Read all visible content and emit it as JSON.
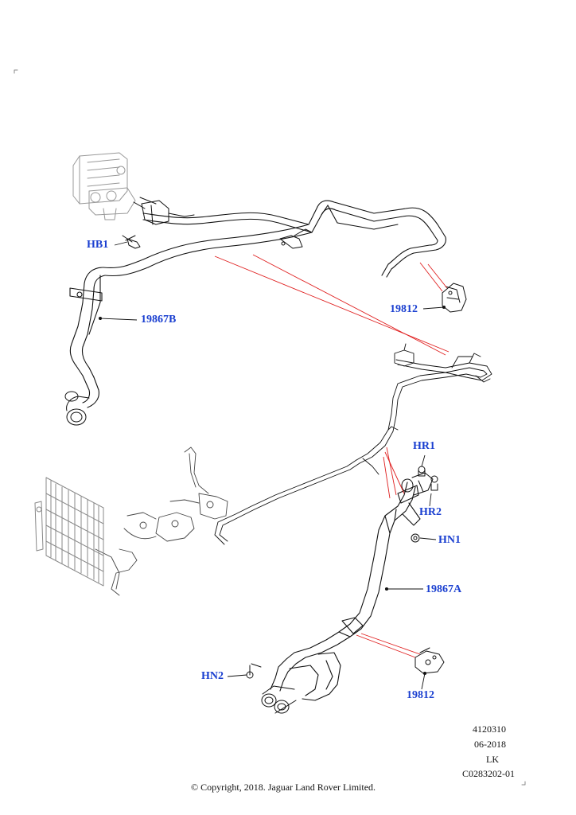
{
  "callouts": {
    "hb1": "HB1",
    "p19867b": "19867B",
    "p19812_top": "19812",
    "hr1": "HR1",
    "hr2": "HR2",
    "hn1": "HN1",
    "p19867a": "19867A",
    "hn2": "HN2",
    "p19812_bottom": "19812"
  },
  "meta": {
    "line1": "4120310",
    "line2": "06-2018",
    "line3": "LK",
    "line4": "C0283202-01"
  },
  "copyright": "© Copyright, 2018. Jaguar Land Rover Limited.",
  "colors": {
    "callout": "#1a3fd0",
    "leader_red": "#e02020",
    "line": "#111111"
  }
}
